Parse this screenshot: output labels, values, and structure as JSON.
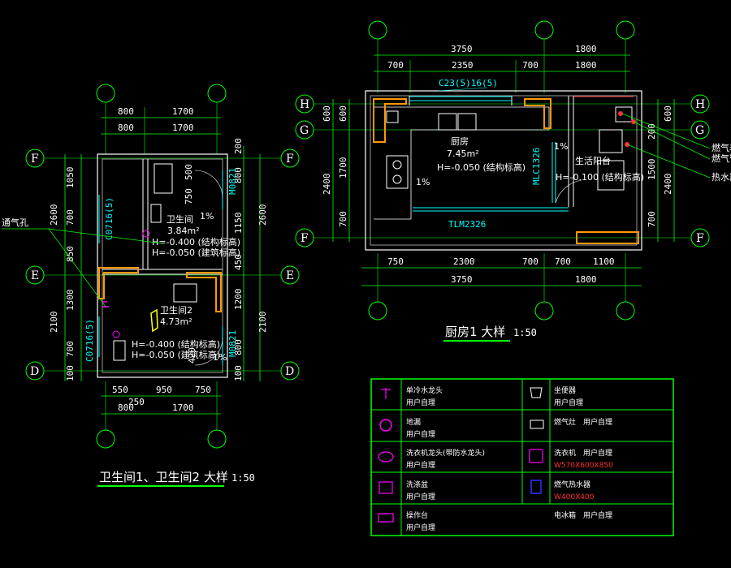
{
  "colors": {
    "background": "#000000",
    "grid_circle": "#00ff00",
    "dimension": "#00ff00",
    "wall": "#ffffff",
    "cyan": "#00ffff",
    "orange": "#ff9900",
    "magenta": "#ff00ff",
    "yellow": "#ffff00",
    "red": "#ff3030",
    "blue": "#3030ff"
  },
  "bathroom": {
    "title": "卫生间1、卫生间2 大样",
    "scale": "1:50",
    "axes": {
      "F": "F",
      "E": "E",
      "D": "D"
    },
    "top_dims": {
      "row1_a": "800",
      "row1_b": "1700",
      "row2_a": "800",
      "row2_b": "1700"
    },
    "bottom_dims": {
      "a": "550",
      "b": "950",
      "c": "750",
      "d": "250",
      "e": "800",
      "f": "1700"
    },
    "left_dims": {
      "a": "1050",
      "b": "700",
      "c": "850",
      "d": "1300",
      "e": "700",
      "f": "100",
      "g": "2600",
      "h": "2100"
    },
    "right_dims": {
      "a": "200",
      "b": "800",
      "c": "1150",
      "d": "450",
      "e": "1200",
      "f": "800",
      "g": "100",
      "h": "2600",
      "i": "2100"
    },
    "labels": {
      "room1_name": "卫生间",
      "room1_area": "3.84m²",
      "room1_h1": "H=-0.400 (结构标高)",
      "room1_h2": "H=-0.050 (建筑标高)",
      "room2_name": "卫生间2",
      "room2_area": "4.73m²",
      "room2_h1": "H=-0.400 (结构标高)",
      "room2_h2": "H=-0.050 (建筑标高)",
      "slope1": "1%",
      "slope2": "1%",
      "door1": "M0821",
      "door2": "M0821",
      "win1": "C0716(5)",
      "win2": "C0716(5)",
      "vent": "通气孔",
      "dim_500": "500",
      "dim_750": "750",
      "dim_420": "420"
    }
  },
  "kitchen": {
    "title": "厨房1 大样",
    "scale": "1:50",
    "axes": {
      "H": "H",
      "G": "G",
      "F": "F"
    },
    "top_dims": {
      "row1_a": "3750",
      "row1_b": "1800",
      "row2_a": "700",
      "row2_b": "2350",
      "row2_c": "700",
      "row2_d": "1800"
    },
    "bottom_dims": {
      "a": "750",
      "b": "2300",
      "c": "700",
      "d": "700",
      "e": "1100",
      "f": "3750",
      "g": "1800"
    },
    "left_dims": {
      "a": "600",
      "b": "600",
      "c": "1700",
      "d": "700",
      "e": "2400"
    },
    "right_dims": {
      "a": "600",
      "b": "200",
      "c": "1500",
      "d": "700",
      "e": "2400"
    },
    "labels": {
      "room_name": "厨房",
      "room_area": "7.45m²",
      "room_h": "H=-0.050 (结构标高)",
      "slope_a": "1%",
      "slope_b": "1%",
      "balcony_name": "生活阳台",
      "balcony_h": "H=-0.100 (结构标高)",
      "window_top": "C23(5)16(5)",
      "door_side": "MLC1326",
      "door_bottom": "TLM2326",
      "lead1": "燃气表",
      "lead2": "燃气管",
      "lead3": "热水器"
    }
  },
  "legend": {
    "rows": [
      {
        "icon": "faucet-icon",
        "name": "单冷水龙头",
        "note": "用户自理",
        "code": "",
        "right_icon": "toilet-icon",
        "right_name": "坐便器",
        "right_note": "用户自理",
        "right_red": ""
      },
      {
        "icon": "floor-drain-icon",
        "name": "地漏",
        "note": "用户自理",
        "code": "",
        "right_icon": "gas-stove-icon",
        "right_name": "燃气灶",
        "right_note": "用户自理",
        "right_red": ""
      },
      {
        "icon": "washbasin-icon",
        "name": "洗衣机龙头(带防水龙头)",
        "note": "用户自理",
        "code": "",
        "right_icon": "washer-icon",
        "right_name": "洗衣机",
        "right_note": "用户自理",
        "right_red": "W570X600X850"
      },
      {
        "icon": "sink-icon",
        "name": "洗涤盆",
        "note": "用户自理",
        "code": "",
        "right_icon": "water-heater-icon",
        "right_name": "燃气热水器",
        "right_note": "",
        "right_red": "W400X400"
      },
      {
        "icon": "counter-icon",
        "name": "操作台",
        "note": "用户自理",
        "code": "",
        "right_icon": "",
        "right_name": "电冰箱",
        "right_note": "用户自理",
        "right_red": ""
      }
    ]
  }
}
